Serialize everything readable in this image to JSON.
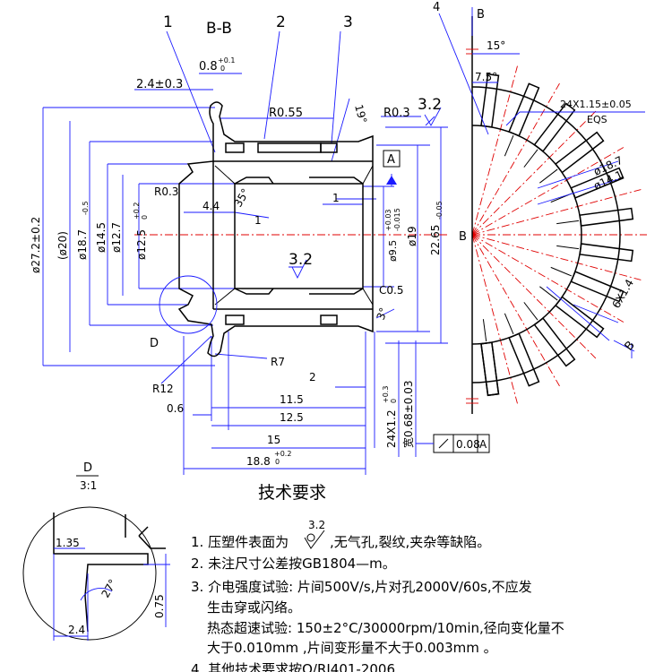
{
  "view": {
    "section_title": "B-B",
    "balloons": [
      "1",
      "2",
      "3",
      "4"
    ],
    "section_marker": "B"
  },
  "dims": {
    "d_0p8": "0.8",
    "d_0p8_tol": "+0.1",
    "d_0p8_tol2": "0",
    "d_2p4": "2.4±0.3",
    "r055": "R0.55",
    "r03_top": "R0.3",
    "ang19": "19°",
    "rough32": "3.2",
    "datumA": "A",
    "d272": "ø27.2±0.2",
    "d20": "(ø20)",
    "d187": "ø18.7",
    "d187tol": "-0.5",
    "d145": "ø14.5",
    "d127": "ø12.7",
    "d125": "ø12.5",
    "d125tol": "+0.2",
    "d125tol2": "0",
    "r03_left": "R0.3",
    "d44": "4.4",
    "ang35": "35°",
    "one_a": "1",
    "one_b": "1",
    "d95": "ø9.5",
    "d95tol": "+0.03",
    "d95tol2": "-0.015",
    "d19": "ø19",
    "d2265": "22.65",
    "d2265tol": "-0.05",
    "rough32b": "3.2",
    "c05": "C0.5",
    "ang3": "3°",
    "detailD": "D",
    "r7": "R7",
    "r12": "R12",
    "d2": "2",
    "d06": "0.6",
    "d115": "11.5",
    "d125b": "12.5",
    "d15": "15",
    "d188": "18.8",
    "d188tol": "+0.2",
    "d188tol2": "0",
    "d24x12": "24X1.2",
    "d24x12tol": "+0.3",
    "d24x12tol2": "0",
    "d068": "宽0.68±0.03",
    "fcf_val": "0.08",
    "fcf_datum": "A"
  },
  "rotor": {
    "ang15": "15°",
    "ang7p5": "7.5°",
    "eqs1": "24X1.15±0.05",
    "eqs2": "EQS",
    "d187": "ø18.7",
    "d141": "ø14.1",
    "d6x14": "6X1.4",
    "labelB": "B",
    "labelB2": "B",
    "labelB3": "B"
  },
  "detail": {
    "title": "D",
    "scale": "3:1",
    "d135": "1.35",
    "ang27": "27°",
    "d075": "0.75",
    "d24": "2.4"
  },
  "notes": {
    "heading": "技术要求",
    "rough_symbol_value": "3.2",
    "line1a": "1. 压塑件表面为",
    "line1b": ",无气孔,裂纹,夹杂等缺陷。",
    "line2": "2. 未注尺寸公差按GB1804—m。",
    "line3a": "3. 介电强度试验: 片间500V/s,片对孔2000V/60s,不应发",
    "line3b": "生击穿或闪络。",
    "line4a": "热态超速试验: 150±2°C/30000rpm/10min,径向变化量不",
    "line4b": "大于0.010mm    ,片间变形量不大于0.003mm    。",
    "line5": "4. 其他技术要求按Q/RJ401-2006"
  }
}
